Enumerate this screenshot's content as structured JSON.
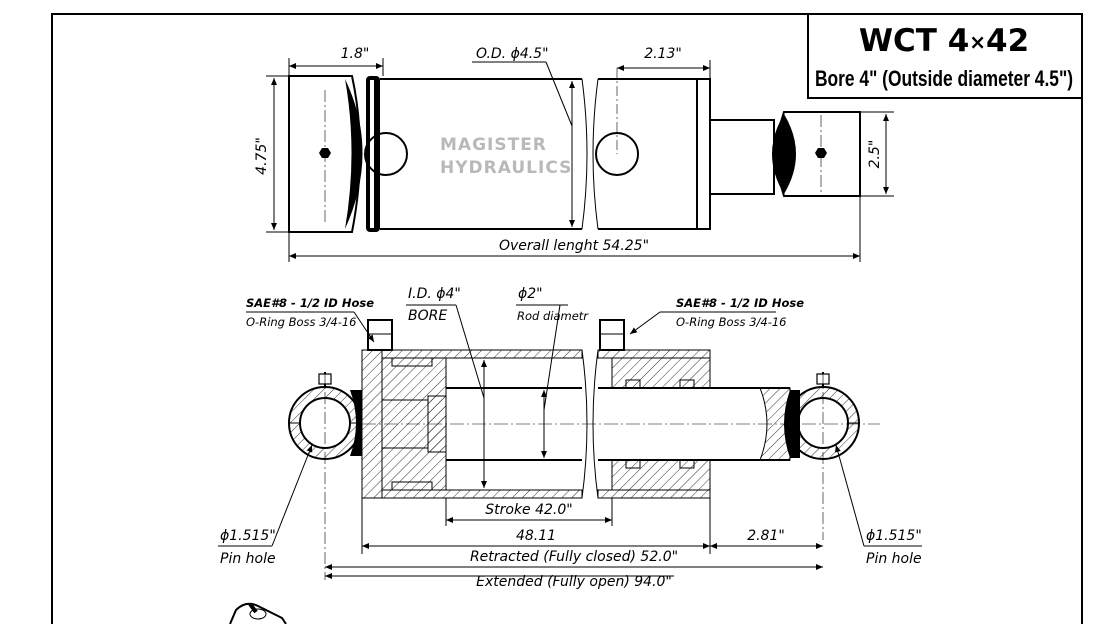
{
  "title_block": {
    "model_prefix": "WCT 4",
    "model_times": "×",
    "model_suffix": "42",
    "subtitle": "Bore 4\" (Outside diameter 4.5\")"
  },
  "watermark": {
    "line1": "MAGISTER",
    "line2": "HYDRAULICS"
  },
  "top_view": {
    "dim_cap_width": "1.8\"",
    "dim_outside_diameter": "O.D. ϕ4.5\"",
    "dim_port_offset": "2.13\"",
    "dim_height": "4.75\"",
    "dim_rod_end": "2.5\"",
    "dim_overall": "Overall lenght 54.25\""
  },
  "section_view": {
    "port_left_line1": "SAE#8 - 1/2 ID Hose",
    "port_left_line2": "O-Ring Boss 3/4-16",
    "port_right_line1": "SAE#8 - 1/2 ID Hose",
    "port_right_line2": "O-Ring Boss 3/4-16",
    "bore_line1": "I.D. ϕ4\"",
    "bore_line2": "BORE",
    "rod_line1": "ϕ2\"",
    "rod_line2": "Rod diametr",
    "stroke": "Stroke 42.0\"",
    "dim_48": "48.11",
    "dim_281": "2.81\"",
    "pin_left_line1": "ϕ1.515\"",
    "pin_left_line2": "Pin hole",
    "pin_right_line1": "ϕ1.515\"",
    "pin_right_line2": "Pin hole",
    "retracted": "Retracted (Fully closed) 52.0\"",
    "extended": "Extended (Fully open) 94.0\""
  },
  "colors": {
    "line": "#000000",
    "watermark": "#b9b9b9",
    "background": "#ffffff"
  }
}
